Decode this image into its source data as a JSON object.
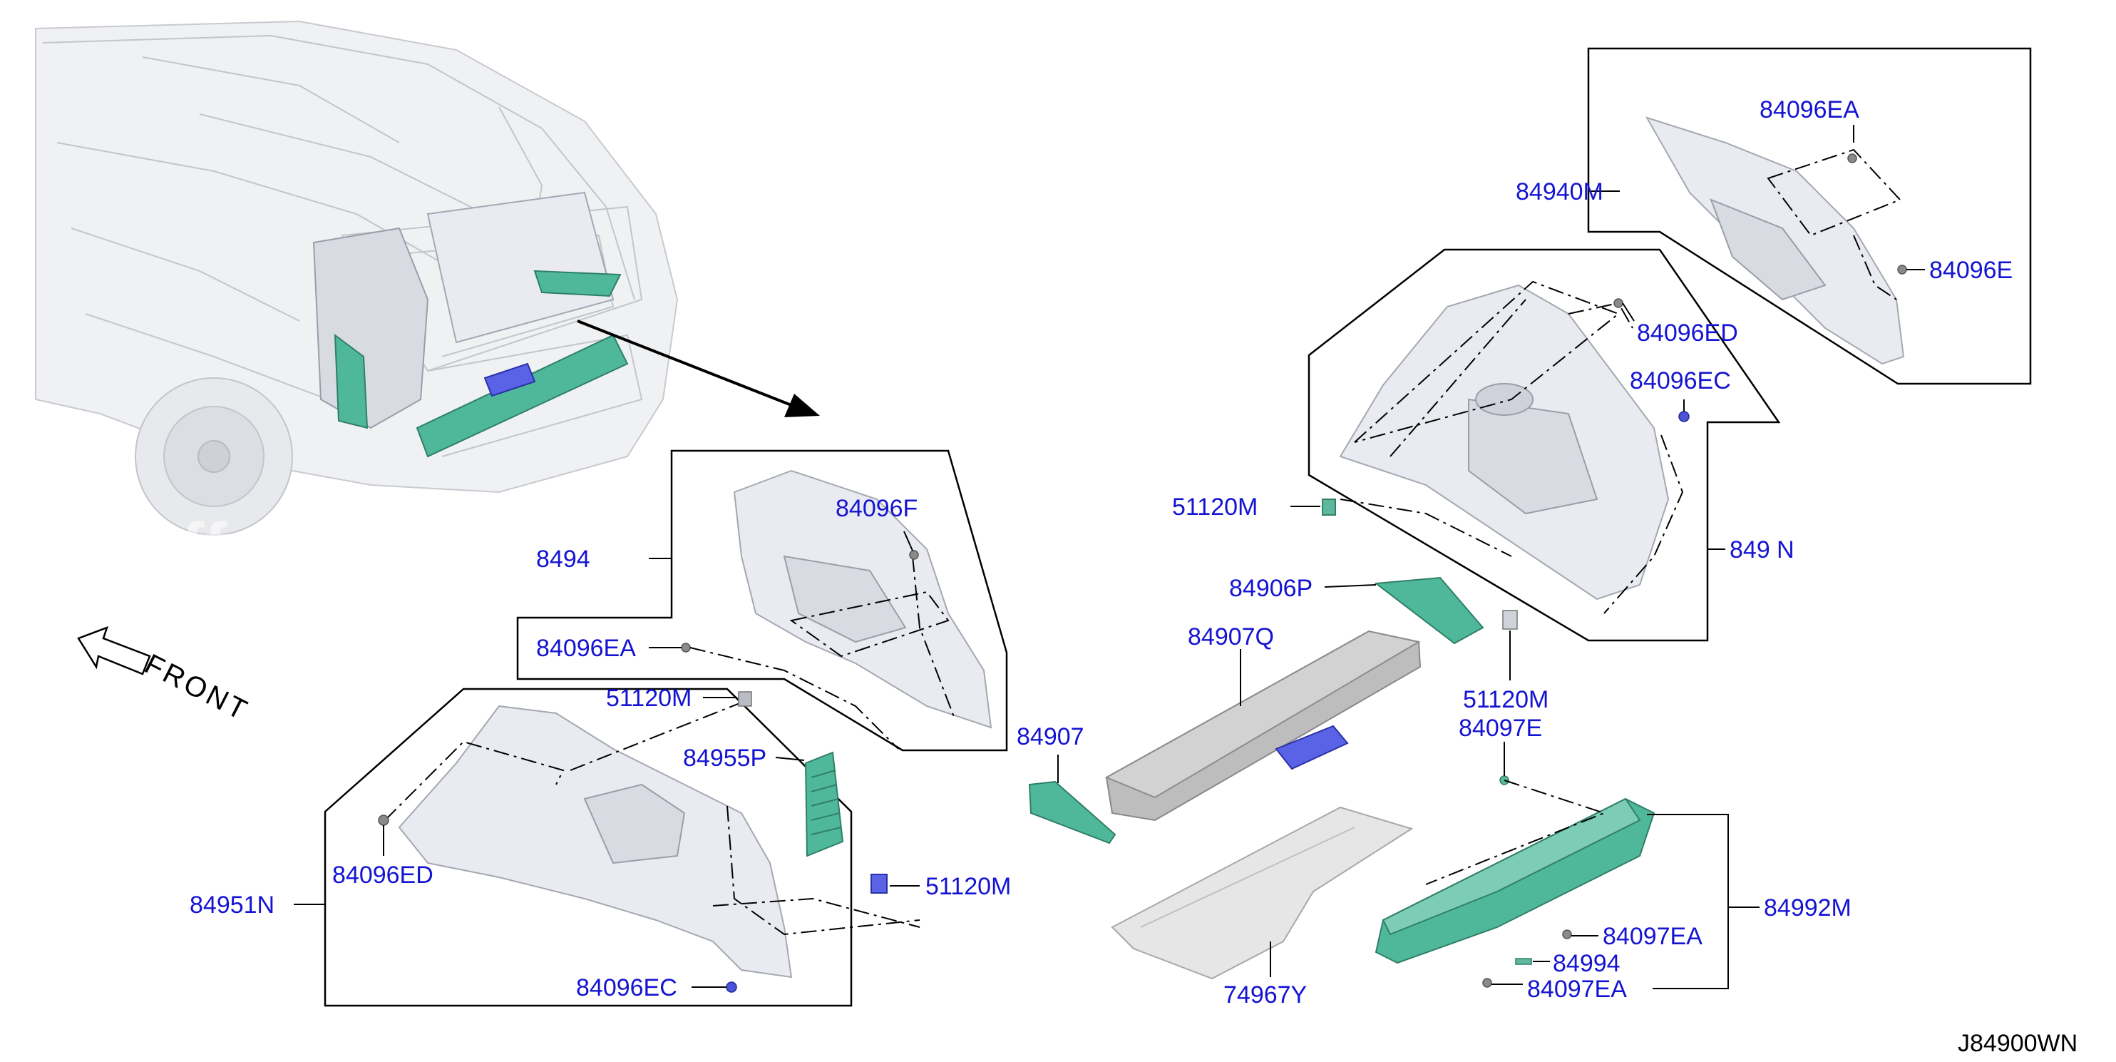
{
  "diagram": {
    "code": "J84900WN",
    "front_label": "FRONT",
    "watermark": "Offers Motor AUTO PARTS",
    "labels": {
      "l_84096EA_top": "84096EA",
      "l_84940M": "84940M",
      "l_84096E": "84096E",
      "l_84096ED_right": "84096ED",
      "l_84096EC_right": "84096EC",
      "l_51120M_mid": "51120M",
      "l_8491_right": "849 N",
      "l_84096F": "84096F",
      "l_8494_left": "8494",
      "l_84096EA_left": "84096EA",
      "l_84906P": "84906P",
      "l_84907Q": "84907Q",
      "l_51120M_right": "51120M",
      "l_84097E": "84097E",
      "l_51120M_left": "51120M",
      "l_84955P": "84955P",
      "l_84907": "84907",
      "l_84951N": "84951N",
      "l_84096ED_left": "84096ED",
      "l_51120M_clip": "51120M",
      "l_84096EC_left": "84096EC",
      "l_84992M": "84992M",
      "l_84097EA_a": "84097EA",
      "l_84994": "84994",
      "l_84097EA_b": "84097EA",
      "l_74967Y": "74967Y"
    },
    "colors": {
      "label": "#1414d2",
      "trim_green": "#4fb89a",
      "handle_blue": "#5a62e6",
      "board_grey": "#bdbdbd"
    }
  }
}
